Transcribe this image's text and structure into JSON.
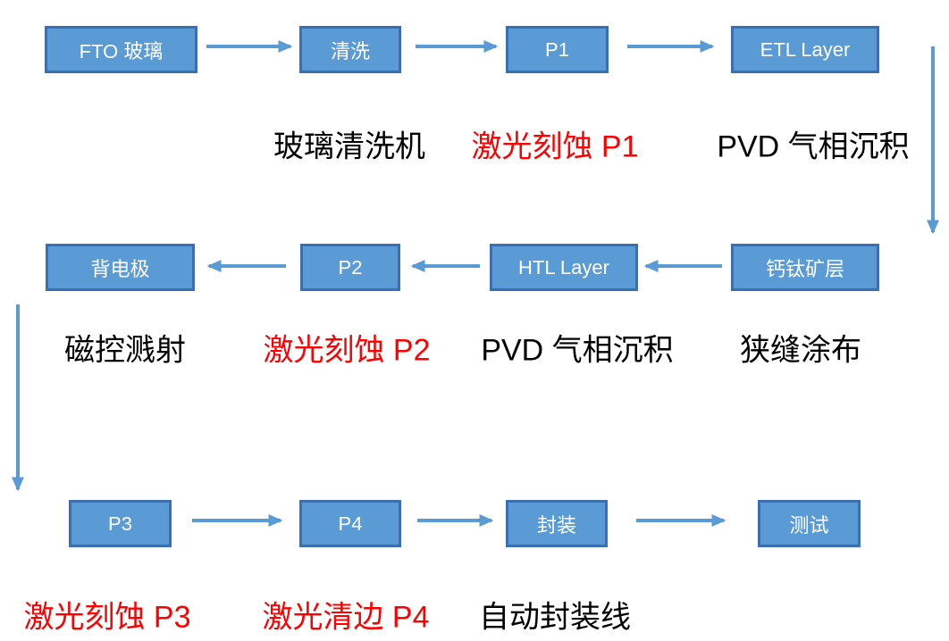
{
  "diagram": {
    "description_visible_only": "process flowchart",
    "palette": {
      "box_fill": "#5B9BD5",
      "box_border": "#3A70B2",
      "box_text": "#FFFFFF",
      "arrow": "#5B9BD5",
      "annotation_black": "#000000",
      "annotation_red": "#FF0000",
      "background": "#FFFFFF"
    }
  },
  "boxes": [
    {
      "label": "FTO 玻璃"
    },
    {
      "label": "清洗"
    },
    {
      "label": "P1"
    },
    {
      "label": "ETL Layer"
    },
    {
      "label": "背电极"
    },
    {
      "label": "P2"
    },
    {
      "label": "HTL Layer"
    },
    {
      "label": "钙钛矿层"
    },
    {
      "label": "P3"
    },
    {
      "label": "P4"
    },
    {
      "label": "封装"
    },
    {
      "label": "测试"
    }
  ],
  "annotations": [
    {
      "text": "玻璃清洗机",
      "color": "black",
      "for": "清洗"
    },
    {
      "text": "激光刻蚀 P1",
      "color": "red",
      "for": "P1"
    },
    {
      "text": "PVD 气相沉积",
      "color": "black",
      "for": "ETL Layer"
    },
    {
      "text": "磁控溅射",
      "color": "black",
      "for": "背电极"
    },
    {
      "text": "激光刻蚀 P2",
      "color": "red",
      "for": "P2"
    },
    {
      "text": "PVD 气相沉积",
      "color": "black",
      "for": "HTL Layer"
    },
    {
      "text": "狭缝涂布",
      "color": "black",
      "for": "钙钛矿层"
    },
    {
      "text": "激光刻蚀 P3",
      "color": "red",
      "for": "P3"
    },
    {
      "text": "激光清边 P4",
      "color": "red",
      "for": "P4"
    },
    {
      "text": "自动封装线",
      "color": "black",
      "for": "封装"
    }
  ],
  "edges": [
    {
      "from": "FTO 玻璃",
      "to": "清洗"
    },
    {
      "from": "清洗",
      "to": "P1"
    },
    {
      "from": "P1",
      "to": "ETL Layer"
    },
    {
      "from": "ETL Layer",
      "to": "钙钛矿层"
    },
    {
      "from": "钙钛矿层",
      "to": "HTL Layer"
    },
    {
      "from": "HTL Layer",
      "to": "P2"
    },
    {
      "from": "P2",
      "to": "背电极"
    },
    {
      "from": "背电极",
      "to": "P3"
    },
    {
      "from": "P3",
      "to": "P4"
    },
    {
      "from": "P4",
      "to": "封装"
    },
    {
      "from": "封装",
      "to": "测试"
    }
  ]
}
